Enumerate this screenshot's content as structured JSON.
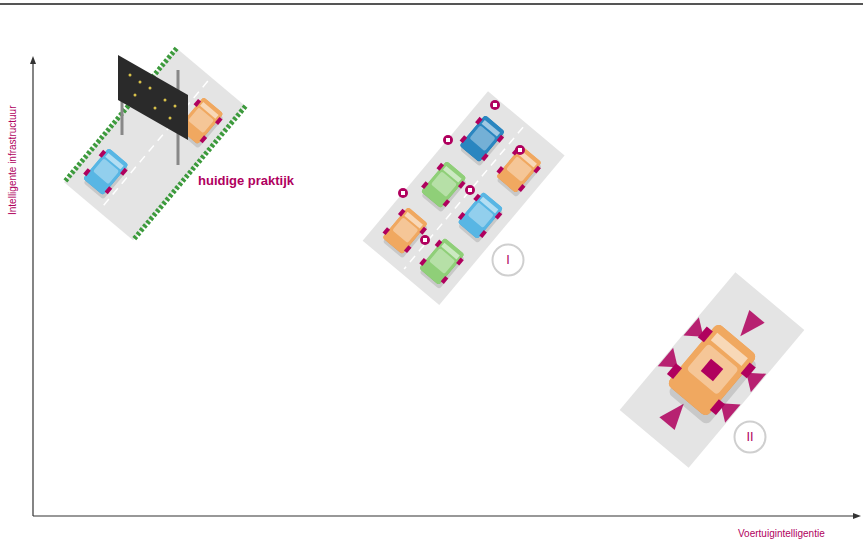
{
  "diagram": {
    "nodes": [
      {
        "text": [
          "I"
        ]
      },
      {
        "text": [
          "II"
        ]
      }
    ],
    "labels": [
      "Intelligente infrastructuur",
      "huidige praktijk",
      "Voertuigintelligentie"
    ]
  }
}
